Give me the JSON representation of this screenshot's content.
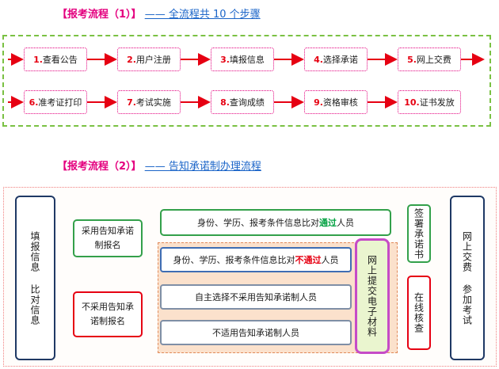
{
  "section1": {
    "title_bracket": "【报考流程（1）】",
    "title_sub": "—— 全流程共 10 个步骤",
    "steps": [
      {
        "num": "1.",
        "label": "查看公告"
      },
      {
        "num": "2.",
        "label": "用户注册"
      },
      {
        "num": "3.",
        "label": "填报信息"
      },
      {
        "num": "4.",
        "label": "选择承诺"
      },
      {
        "num": "5.",
        "label": "网上交费"
      },
      {
        "num": "6.",
        "label": "准考证打印"
      },
      {
        "num": "7.",
        "label": "考试实施"
      },
      {
        "num": "8.",
        "label": "查询成绩"
      },
      {
        "num": "9.",
        "label": "资格审核"
      },
      {
        "num": "10.",
        "label": "证书发放"
      }
    ]
  },
  "section2": {
    "title_bracket": "【报考流程（2）】",
    "title_sub": "—— 告知承诺制办理流程",
    "fill_info": "填报信息 比对信息",
    "adopt": "采用告知承诺制报名",
    "not_adopt": "不采用告知承诺制报名",
    "row1_pre": "身份、学历、报考条件信息比对",
    "row1_em": "通过",
    "row1_post": "人员",
    "row2_pre": "身份、学历、报考条件信息比对",
    "row2_em": "不通过",
    "row2_post": "人员",
    "row3": "自主选择不采用告知承诺制人员",
    "row4": "不适用告知承诺制人员",
    "upload": "网上提交电子材料",
    "sign": "签署承诺书",
    "online_check": "在线核查",
    "final": "网上交费 参加考试"
  },
  "colors": {
    "magenta": "#e4007f",
    "red": "#e60012",
    "green": "#33a04a",
    "navy": "#1f3864",
    "link_blue": "#1a64c8"
  }
}
